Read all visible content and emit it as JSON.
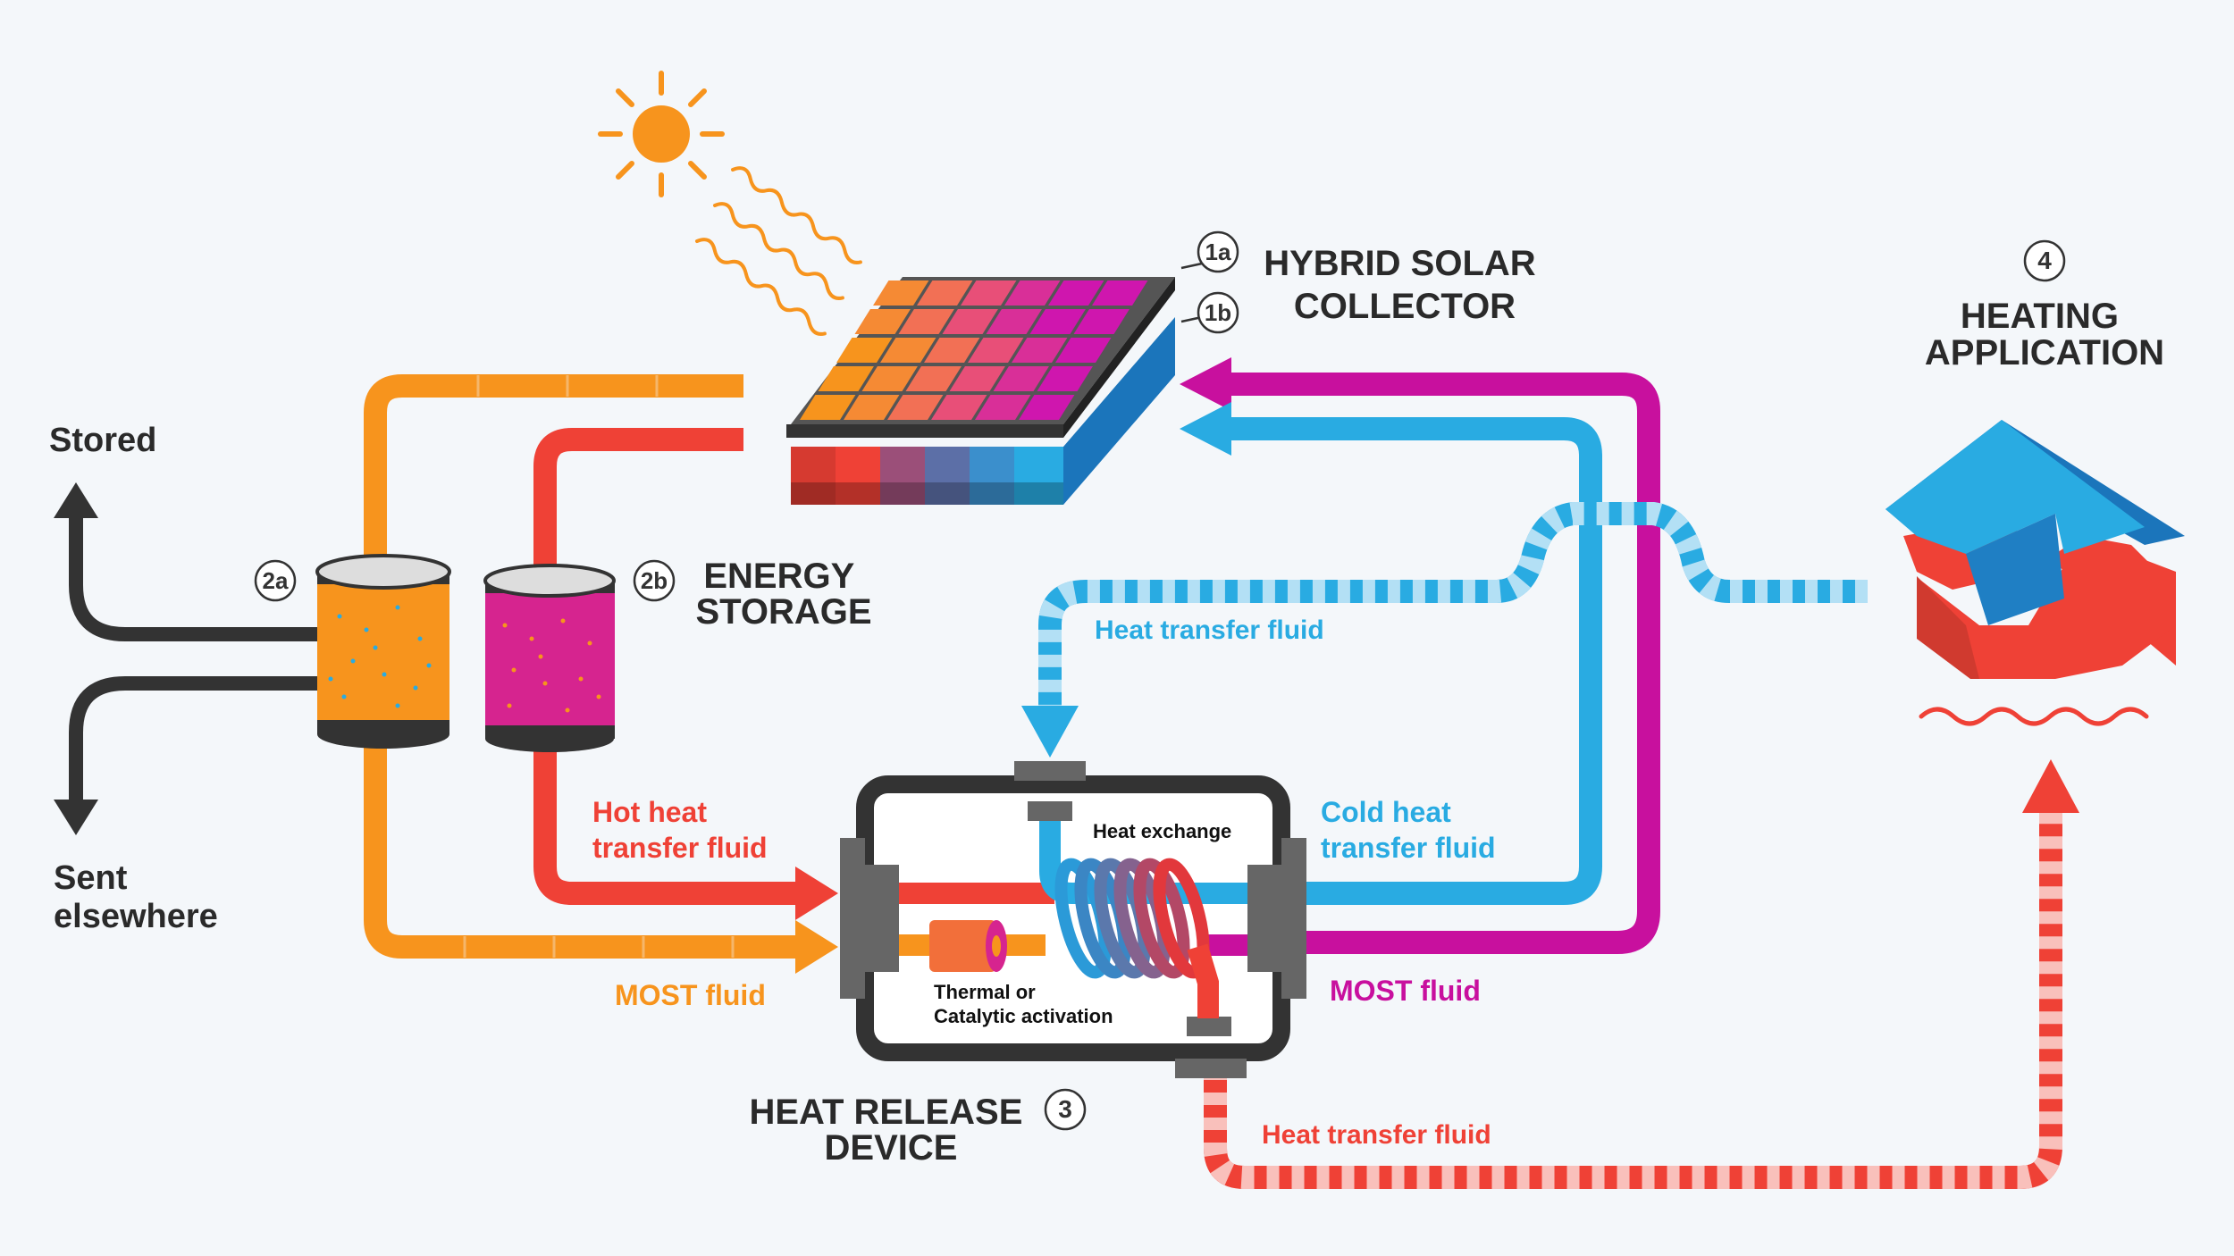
{
  "labels": {
    "hybrid_solar_collector": [
      "HYBRID SOLAR",
      "COLLECTOR"
    ],
    "energy_storage": [
      "ENERGY",
      "STORAGE"
    ],
    "heating_application": [
      "HEATING",
      "APPLICATION"
    ],
    "heat_release_device": [
      "HEAT RELEASE",
      "DEVICE"
    ],
    "stored": "Stored",
    "sent_elsewhere": [
      "Sent",
      "elsewhere"
    ],
    "hot_heat_transfer_fluid": [
      "Hot heat",
      "transfer fluid"
    ],
    "cold_heat_transfer_fluid": [
      "Cold heat",
      "transfer fluid"
    ],
    "most_fluid_in": "MOST fluid",
    "most_fluid_out": "MOST fluid",
    "heat_transfer_fluid_top": "Heat transfer fluid",
    "heat_transfer_fluid_bottom": "Heat transfer fluid",
    "heat_exchange": "Heat exchange",
    "thermal_activation": [
      "Thermal or",
      "Catalytic activation"
    ]
  },
  "markers": {
    "m1a": "1a",
    "m1b": "1b",
    "m2a": "2a",
    "m2b": "2b",
    "m3": "3",
    "m4": "4"
  },
  "colors": {
    "orange": "#f7941d",
    "red": "#ef4136",
    "blue": "#29abe2",
    "magenta": "#c8109e",
    "dark": "#333333",
    "light_blue": "#b3e0f5",
    "light_red": "#f9c0bb",
    "background": "#f4f7fa"
  }
}
